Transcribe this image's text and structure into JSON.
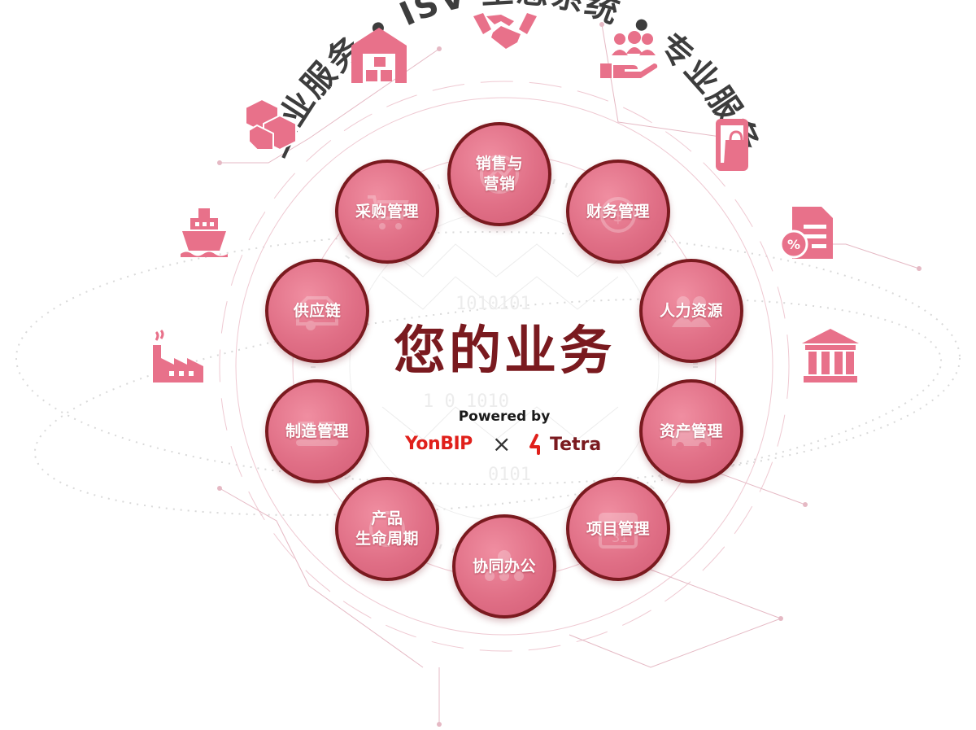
{
  "arc_text": "工业服务 • ISV 生态系统 • 专业服务",
  "center": {
    "title": "您的业务",
    "powered_by": "Powered by",
    "brand_a": "YonBIP",
    "times": "×",
    "brand_b": "Tetra"
  },
  "modules": [
    {
      "id": "sales",
      "label": "销售与\n营销"
    },
    {
      "id": "finance",
      "label": "财务管理"
    },
    {
      "id": "hr",
      "label": "人力资源"
    },
    {
      "id": "assets",
      "label": "资产管理"
    },
    {
      "id": "project",
      "label": "项目管理"
    },
    {
      "id": "collab",
      "label": "协同办公"
    },
    {
      "id": "plm",
      "label": "产品\n生命周期"
    },
    {
      "id": "manufacturing",
      "label": "制造管理"
    },
    {
      "id": "supply",
      "label": "供应链"
    },
    {
      "id": "procurement",
      "label": "采购管理"
    }
  ],
  "outer_icons": [
    "factory-icon",
    "ship-icon",
    "boxes-icon",
    "warehouse-icon",
    "handshake-icon",
    "people-hand-icon",
    "shopping-phone-icon",
    "discount-document-icon",
    "bank-icon"
  ],
  "colors": {
    "accent": "#e06f86",
    "dark": "#7a1a1f",
    "icon": "#e8718a",
    "arc_text": "#3d3d3d",
    "brand_red": "#e0201b"
  }
}
